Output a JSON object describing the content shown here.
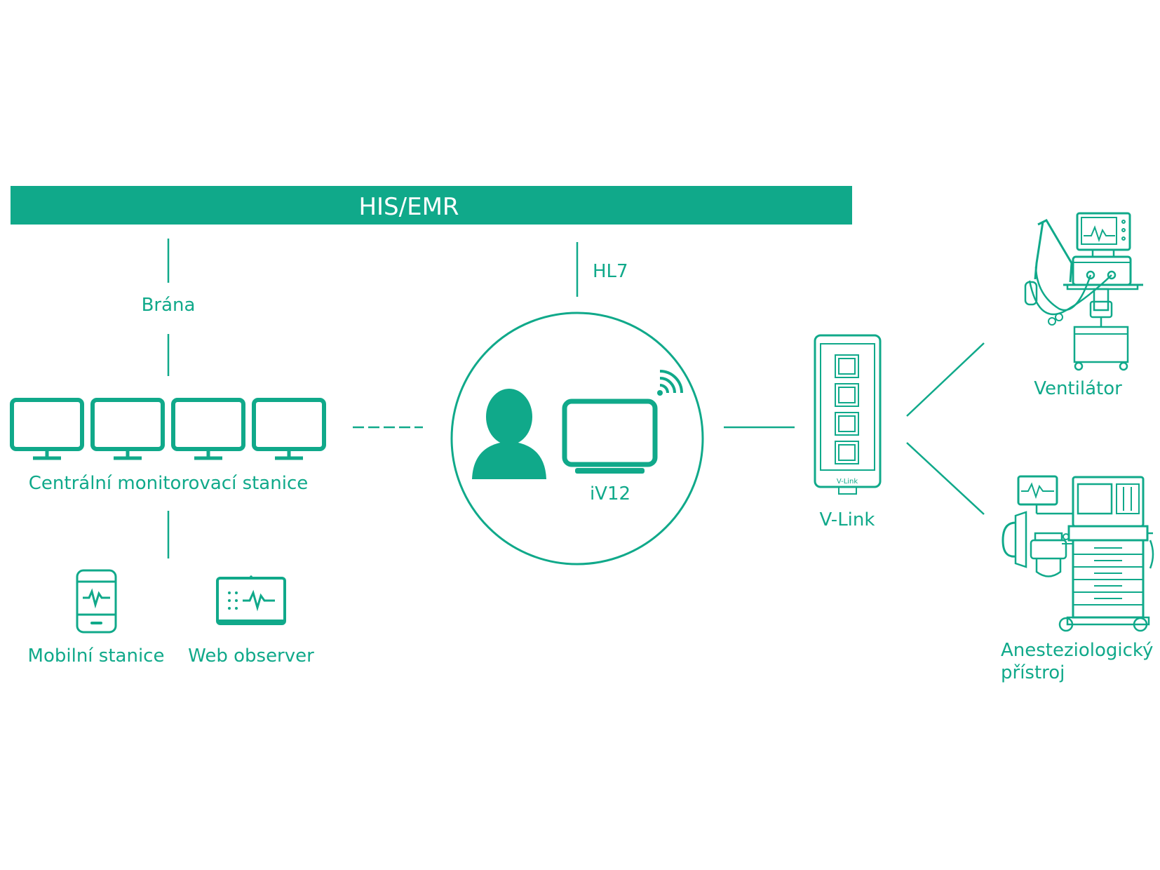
{
  "colors": {
    "accent": "#10a98a",
    "background": "#ffffff"
  },
  "his_bar": {
    "label": "HIS/EMR"
  },
  "connections": {
    "gateway_label": "Brána",
    "hl7_label": "HL7"
  },
  "central_station": {
    "label": "Centrální monitorovací stanice",
    "monitor_count": 4,
    "icon": "monitor-icon"
  },
  "clients": [
    {
      "label": "Mobilní stanice",
      "icon": "mobile-phone-icon"
    },
    {
      "label": "Web observer",
      "icon": "web-browser-icon"
    }
  ],
  "hub": {
    "label": "iV12",
    "icons": [
      "person-icon",
      "tablet-monitor-icon",
      "wifi-icon"
    ]
  },
  "vlink": {
    "label": "V-Link",
    "device_text": "V-Link",
    "icon": "vlink-device-icon"
  },
  "devices": [
    {
      "label": "Ventilátor",
      "icon": "ventilator-icon"
    },
    {
      "label_line1": "Anesteziologický",
      "label_line2": "přístroj",
      "icon": "anesthesia-machine-icon"
    }
  ]
}
